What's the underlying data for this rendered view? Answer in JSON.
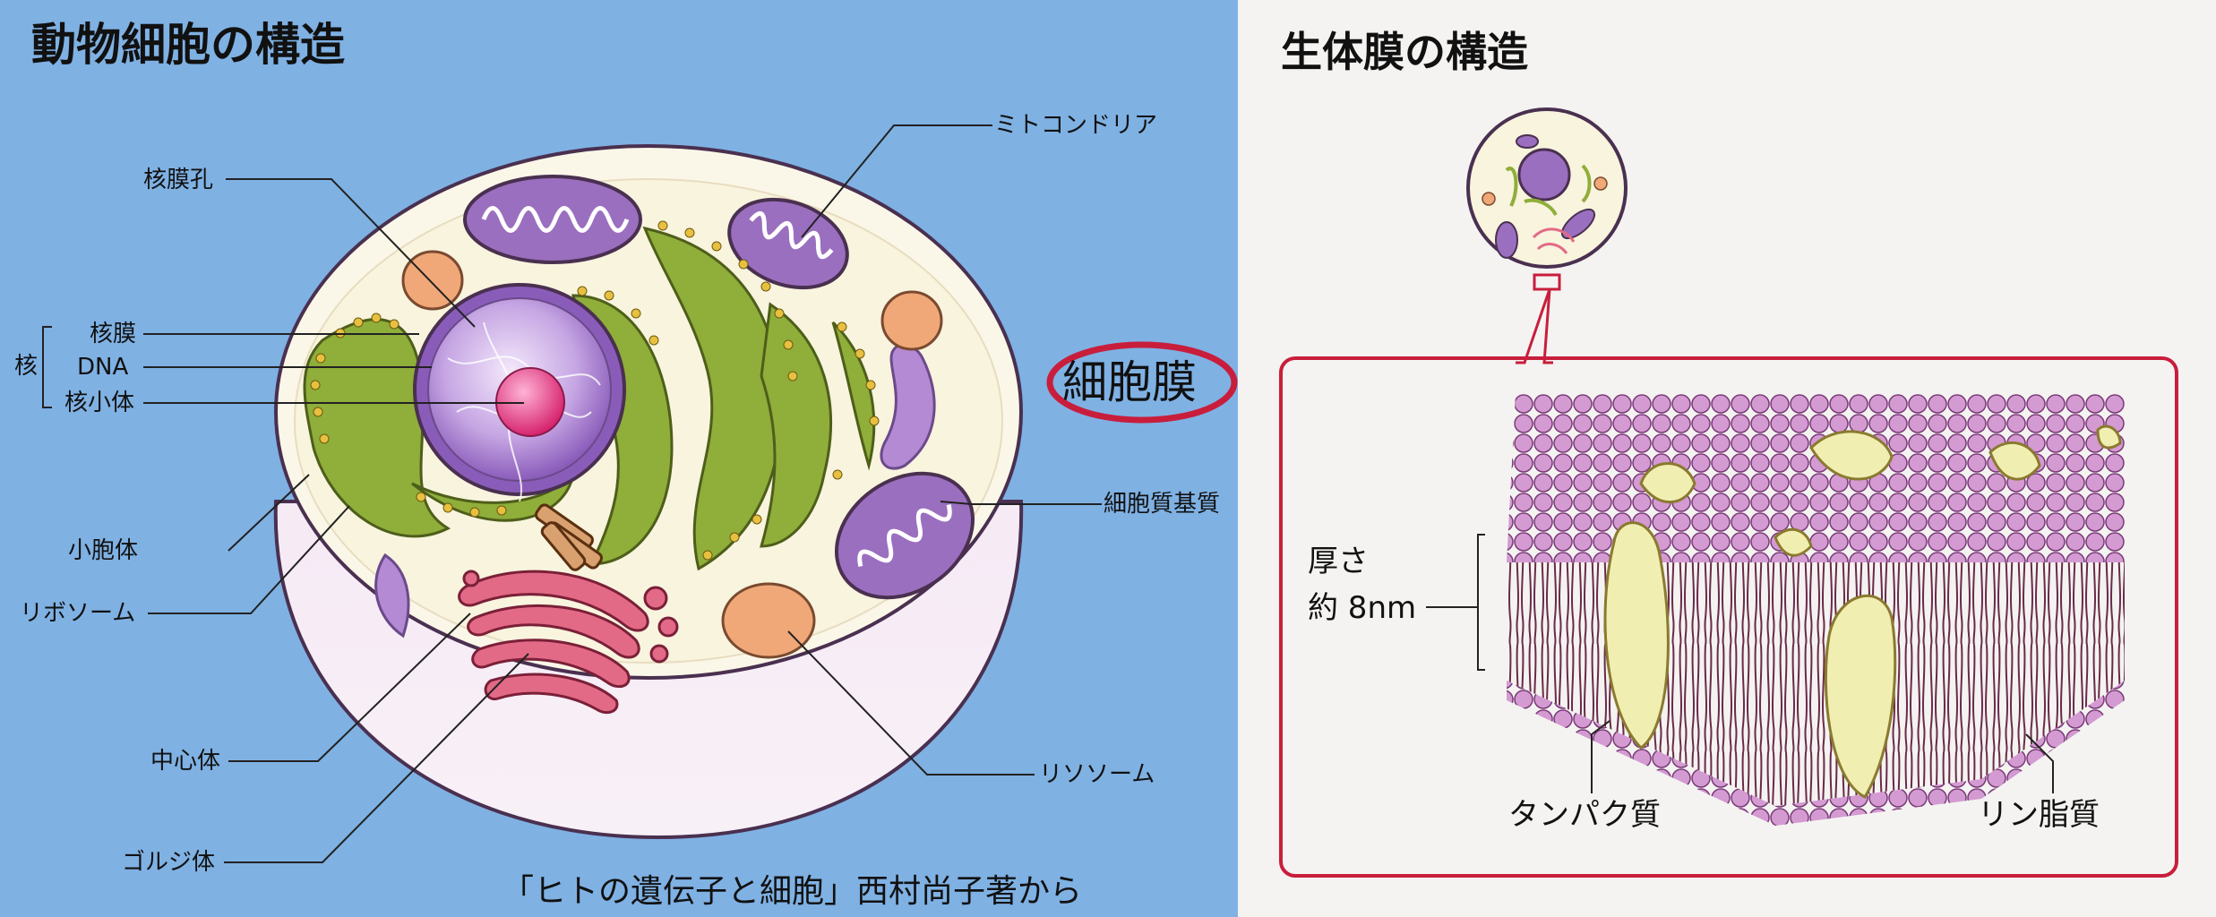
{
  "left": {
    "title": "動物細胞の構造",
    "labels": {
      "nuclear_pore": "核膜孔",
      "nucleus": "核",
      "nuclear_membrane": "核膜",
      "dna": "DNA",
      "nucleolus": "核小体",
      "vesicle": "小胞体",
      "ribosome": "リボソーム",
      "centrosome": "中心体",
      "golgi": "ゴルジ体",
      "mitochondria": "ミトコンドリア",
      "cell_membrane": "細胞膜",
      "cytoplasm": "細胞質基質",
      "lysosome": "リソソーム"
    },
    "credit": "「ヒトの遺伝子と細胞」西村尚子著から"
  },
  "right": {
    "title": "生体膜の構造",
    "thickness_line1": "厚さ",
    "thickness_line2": "約 8nm",
    "protein": "タンパク質",
    "phospholipid": "リン脂質"
  },
  "colors": {
    "left_bg": "#7fb1e3",
    "right_bg": "#f4f3f1",
    "accent_red": "#c81e3c",
    "er_green": "#8fae3a",
    "mito_purple": "#9b6fbf",
    "lipid_pink": "#c98ec8",
    "golgi_pink": "#e36a86"
  }
}
